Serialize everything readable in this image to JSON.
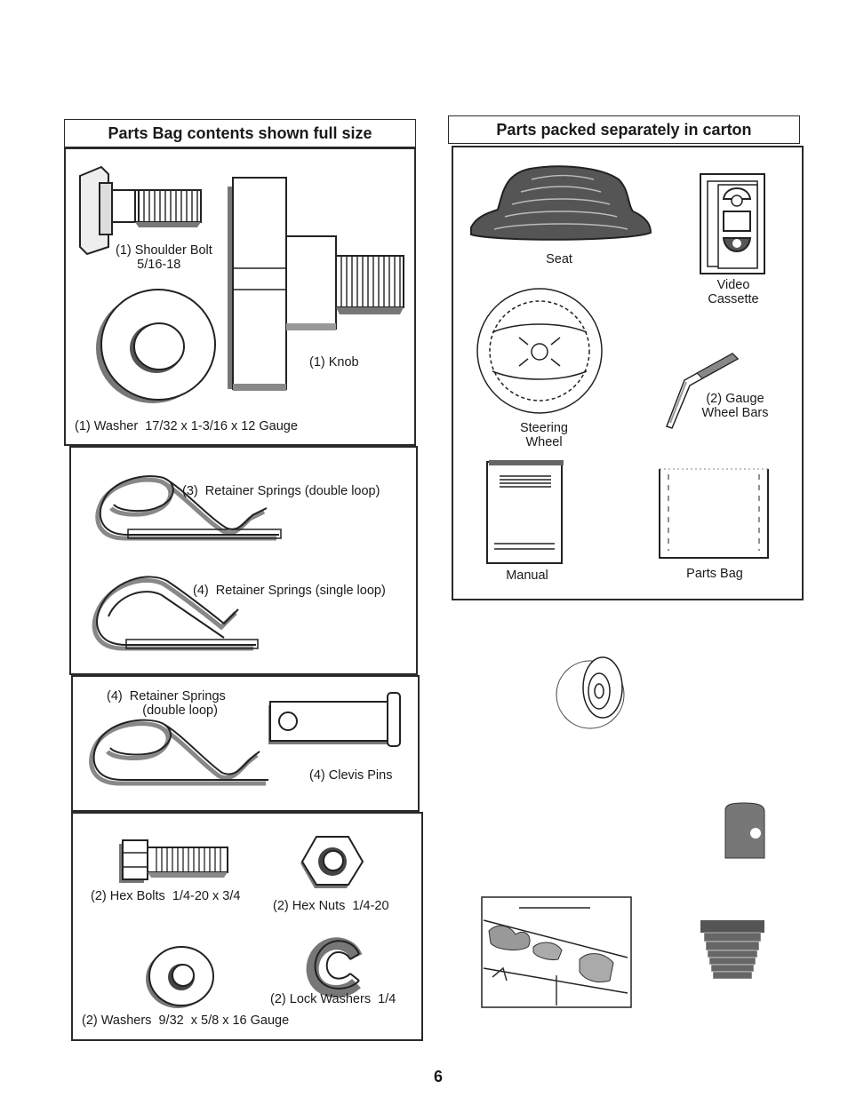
{
  "page_number": "6",
  "left_panel": {
    "title": "Parts Bag contents shown full size",
    "sections": [
      {
        "shoulder_bolt": "(1) Shoulder Bolt\n      5/16-18",
        "knob": "(1) Knob",
        "washer": "(1) Washer  17/32 x 1-3/16 x 12 Gauge"
      },
      {
        "retainer_double": "(3)  Retainer Springs (double loop)",
        "retainer_single": "(4)  Retainer Springs (single loop)"
      },
      {
        "retainer_springs": "(4)  Retainer Springs\n          (double loop)",
        "clevis_pins": "(4) Clevis Pins"
      },
      {
        "hex_bolts": "(2) Hex Bolts  1/4-20 x 3/4",
        "hex_nuts": "(2) Hex Nuts  1/4-20",
        "lock_washers": "(2) Lock Washers  1/4",
        "washers": "(2) Washers  9/32  x 5/8 x 16 Gauge"
      }
    ]
  },
  "right_panel": {
    "title": "Parts packed separately in carton",
    "items": {
      "seat": "Seat",
      "video_cassette": "Video\nCassette",
      "steering_wheel": "Steering\nWheel",
      "gauge_wheel_bars": "(2) Gauge\nWheel Bars",
      "manual": "Manual",
      "parts_bag": "Parts Bag"
    }
  },
  "icons": [
    "shoulder-bolt-icon",
    "knob-icon",
    "washer-icon",
    "retainer-spring-double-icon",
    "retainer-spring-single-icon",
    "clevis-pin-icon",
    "hex-bolt-icon",
    "hex-nut-icon",
    "lock-washer-icon",
    "seat-icon",
    "video-cassette-icon",
    "steering-wheel-icon",
    "gauge-wheel-bar-icon",
    "manual-icon",
    "parts-bag-icon",
    "gauge-wheel-icon",
    "small-block-icon",
    "decal-sheet-icon",
    "cone-stack-icon"
  ]
}
